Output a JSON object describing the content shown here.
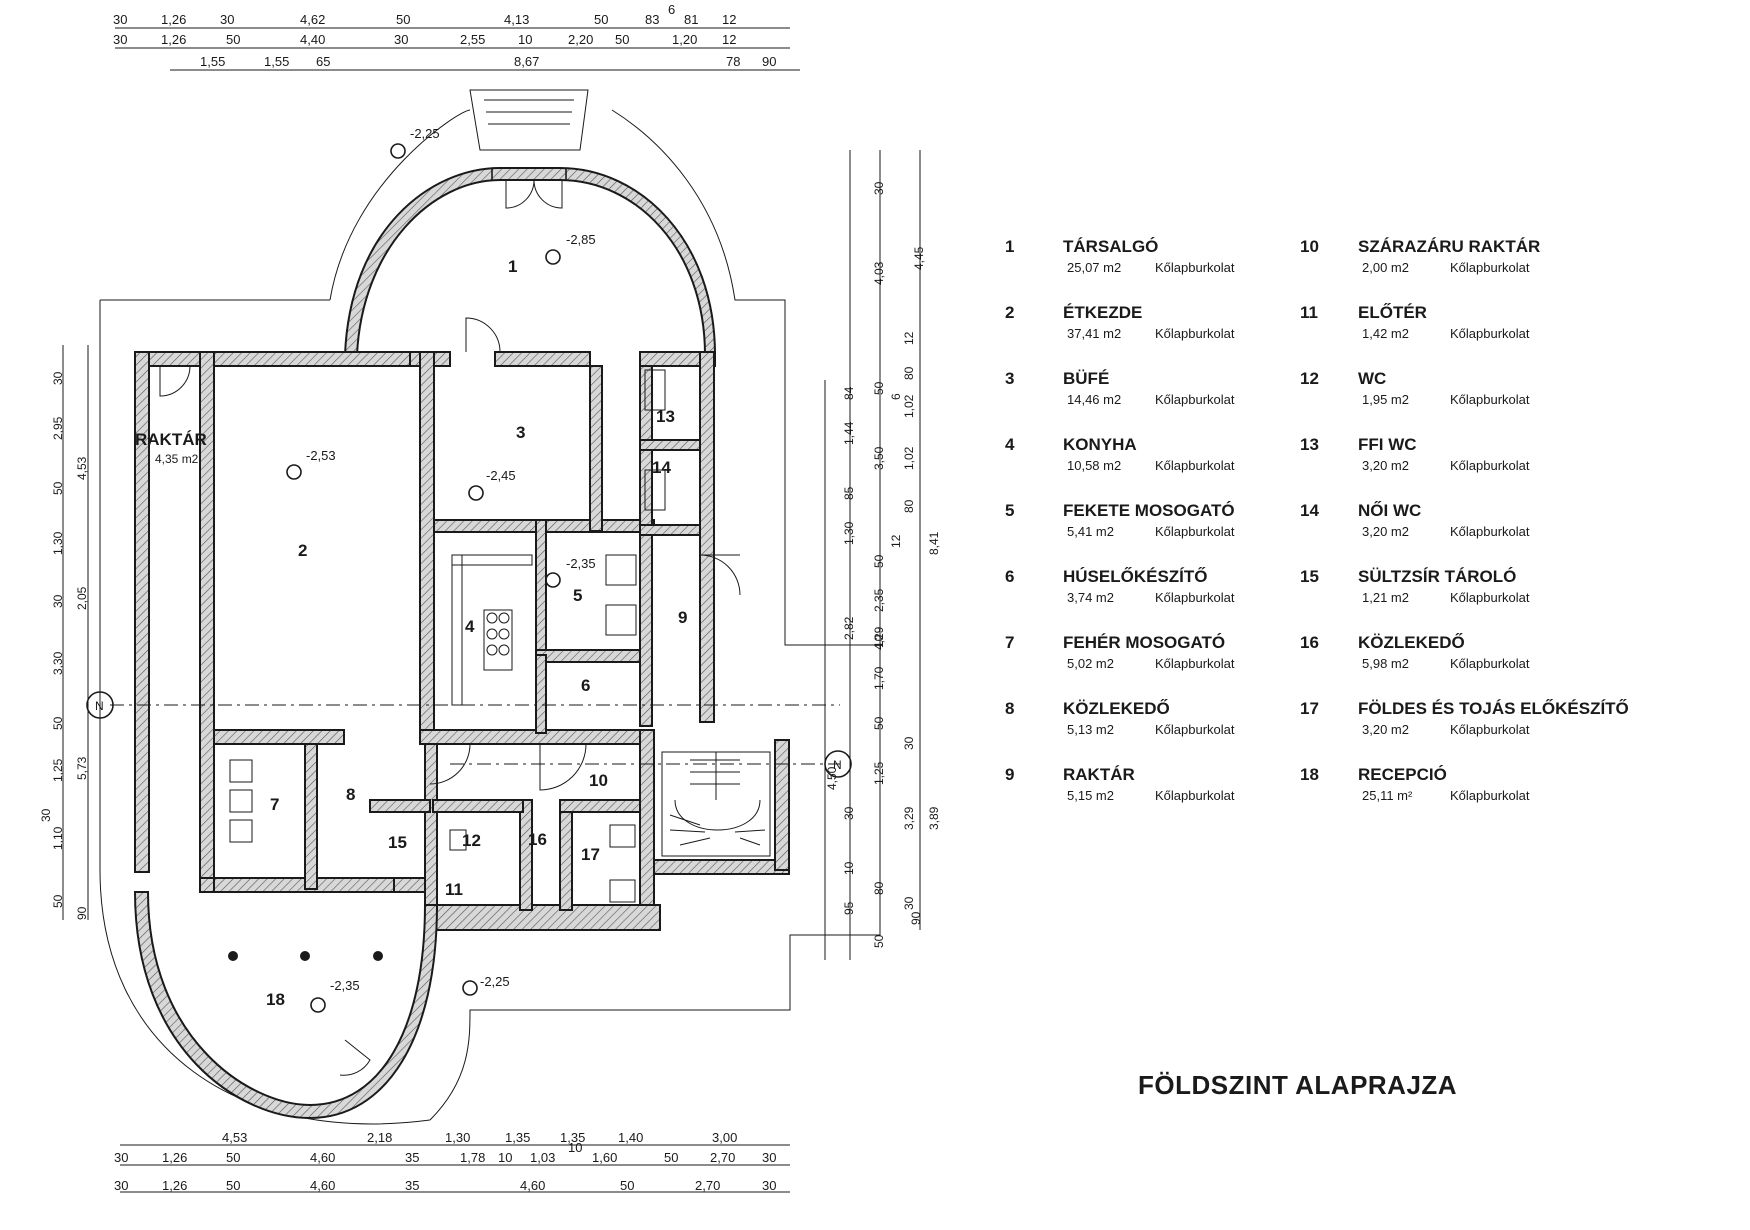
{
  "plan": {
    "title": "FÖLDSZINT ALAPRAJZA",
    "rooms": [
      {
        "no": "1",
        "name": "TÁRSALGÓ",
        "area": "25,07 m2",
        "floor": "Kőlapburkolat"
      },
      {
        "no": "2",
        "name": "ÉTKEZDE",
        "area": "37,41 m2",
        "floor": "Kőlapburkolat"
      },
      {
        "no": "3",
        "name": "BÜFÉ",
        "area": "14,46 m2",
        "floor": "Kőlapburkolat"
      },
      {
        "no": "4",
        "name": "KONYHA",
        "area": "10,58 m2",
        "floor": "Kőlapburkolat"
      },
      {
        "no": "5",
        "name": "FEKETE MOSOGATÓ",
        "area": "5,41 m2",
        "floor": "Kőlapburkolat"
      },
      {
        "no": "6",
        "name": "HÚSELŐKÉSZÍTŐ",
        "area": "3,74 m2",
        "floor": "Kőlapburkolat"
      },
      {
        "no": "7",
        "name": "FEHÉR MOSOGATÓ",
        "area": "5,02 m2",
        "floor": "Kőlapburkolat"
      },
      {
        "no": "8",
        "name": "KÖZLEKEDŐ",
        "area": "5,13 m2",
        "floor": "Kőlapburkolat"
      },
      {
        "no": "9",
        "name": "RAKTÁR",
        "area": "5,15 m2",
        "floor": "Kőlapburkolat"
      },
      {
        "no": "10",
        "name": "SZÁRAZÁRU RAKTÁR",
        "area": "2,00 m2",
        "floor": "Kőlapburkolat"
      },
      {
        "no": "11",
        "name": "ELŐTÉR",
        "area": "1,42 m2",
        "floor": "Kőlapburkolat"
      },
      {
        "no": "12",
        "name": "WC",
        "area": "1,95 m2",
        "floor": "Kőlapburkolat"
      },
      {
        "no": "13",
        "name": "FFI WC",
        "area": "3,20 m2",
        "floor": "Kőlapburkolat"
      },
      {
        "no": "14",
        "name": "NŐI WC",
        "area": "3,20 m2",
        "floor": "Kőlapburkolat"
      },
      {
        "no": "15",
        "name": "SÜLTZSÍR TÁROLÓ",
        "area": "1,21 m2",
        "floor": "Kőlapburkolat"
      },
      {
        "no": "16",
        "name": "KÖZLEKEDŐ",
        "area": "5,98 m2",
        "floor": "Kőlapburkolat"
      },
      {
        "no": "17",
        "name": "FÖLDES ÉS TOJÁS ELŐKÉSZÍTŐ",
        "area": "3,20 m2",
        "floor": "Kőlapburkolat"
      },
      {
        "no": "18",
        "name": "RECEPCIÓ",
        "area": "25,11 m²",
        "floor": "Kőlapburkolat"
      }
    ],
    "raktar_label": "RAKTÁR",
    "raktar_area": "4,35 m2",
    "north_label": "N",
    "levels": [
      "-2,25",
      "-2,85",
      "-2,53",
      "-2,45",
      "-2,35",
      "-2,35",
      "-2,25"
    ],
    "dims_top_row1": [
      "30",
      "1,26",
      "30",
      "4,62",
      "50",
      "4,13",
      "50",
      "83",
      "81",
      "12"
    ],
    "dims_top_row2": [
      "30",
      "1,26",
      "50",
      "4,40",
      "30",
      "2,55",
      "10",
      "2,20",
      "50",
      "1,20",
      "12"
    ],
    "dims_top_row3": [
      "1,55",
      "1,55",
      "65",
      "8,67",
      "78",
      "90"
    ],
    "dims_top_extra": "6",
    "dims_bottom_row1": [
      "4,53",
      "2,18",
      "1,30",
      "1,35",
      "1,35",
      "1,40",
      "3,00"
    ],
    "dims_bottom_row2": [
      "30",
      "1,26",
      "50",
      "4,60",
      "35",
      "1,78",
      "10",
      "1,03",
      "10",
      "1,60",
      "50",
      "2,70",
      "30"
    ],
    "dims_bottom_row3": [
      "30",
      "1,26",
      "50",
      "4,60",
      "35",
      "4,60",
      "50",
      "2,70",
      "30"
    ],
    "dims_left_outer": [
      "30",
      "2,95",
      "50",
      "1,30",
      "30",
      "3,30",
      "50",
      "1,25",
      "30",
      "1,10",
      "50"
    ],
    "dims_left_inner": [
      "4,53",
      "2,05",
      "5,73",
      "90"
    ],
    "dims_right_a": [
      "30",
      "4,03",
      "50",
      "3,50",
      "1,30",
      "50",
      "2,35",
      "10",
      "1,70",
      "50",
      "1,25",
      "30",
      "10",
      "80",
      "90"
    ],
    "dims_right_b": [
      "4,45",
      "12",
      "80",
      "1,02",
      "6",
      "1,02",
      "80",
      "12",
      "8,41",
      "4,29",
      "30",
      "3,29",
      "3,89",
      "30"
    ],
    "dims_right_c": [
      "84",
      "1,44",
      "85",
      "2,82",
      "4,50",
      "95",
      "50"
    ]
  }
}
